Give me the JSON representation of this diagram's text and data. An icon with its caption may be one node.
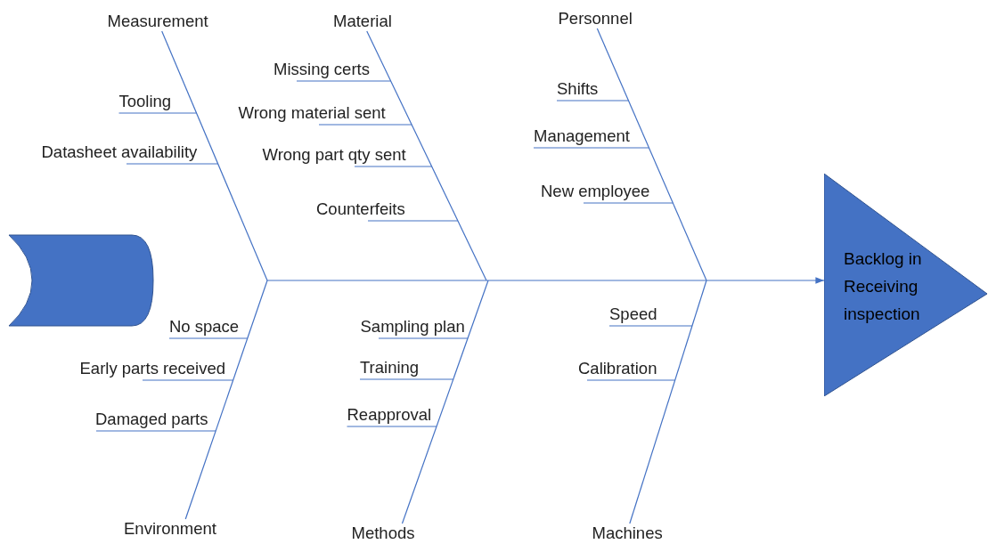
{
  "diagram": {
    "nodes": [
      {
        "text": [
          "Measurement"
        ]
      },
      {
        "text": [
          "Tooling"
        ]
      },
      {
        "text": [
          "Datasheet availability"
        ]
      },
      {
        "text": [
          "Material"
        ]
      },
      {
        "text": [
          "Missing certs"
        ]
      },
      {
        "text": [
          "Wrong material sent"
        ]
      },
      {
        "text": [
          "Wrong part qty sent"
        ]
      },
      {
        "text": [
          "Counterfeits"
        ]
      },
      {
        "text": [
          "Personnel"
        ]
      },
      {
        "text": [
          "Shifts"
        ]
      },
      {
        "text": [
          "Management"
        ]
      },
      {
        "text": [
          "New employee"
        ]
      },
      {
        "text": [
          "Backlog in Receiving inspection"
        ]
      },
      {
        "text": [
          "No space"
        ]
      },
      {
        "text": [
          "Early parts received"
        ]
      },
      {
        "text": [
          "Damaged parts"
        ]
      },
      {
        "text": [
          "Sampling plan"
        ]
      },
      {
        "text": [
          "Training"
        ]
      },
      {
        "text": [
          "Reapproval"
        ]
      },
      {
        "text": [
          "Speed"
        ]
      },
      {
        "text": [
          "Calibration"
        ]
      },
      {
        "text": [
          "Environment"
        ]
      },
      {
        "text": [
          "Methods"
        ]
      },
      {
        "text": [
          "Machines"
        ]
      }
    ],
    "edges": [
      {
        "from": null,
        "to": 12,
        "arrow": "to"
      },
      {
        "from": 0,
        "to": null,
        "arrow": "none"
      },
      {
        "from": 3,
        "to": null,
        "arrow": "none"
      },
      {
        "from": 8,
        "to": null,
        "arrow": "none"
      },
      {
        "from": 21,
        "to": null,
        "arrow": "none"
      },
      {
        "from": 22,
        "to": null,
        "arrow": "none"
      },
      {
        "from": 23,
        "to": null,
        "arrow": "none"
      },
      {
        "from": 1,
        "to": null,
        "arrow": "none"
      },
      {
        "from": 2,
        "to": null,
        "arrow": "none"
      },
      {
        "from": 4,
        "to": null,
        "arrow": "none"
      },
      {
        "from": 5,
        "to": null,
        "arrow": "none"
      },
      {
        "from": 6,
        "to": null,
        "arrow": "none"
      },
      {
        "from": 7,
        "to": null,
        "arrow": "none"
      },
      {
        "from": 9,
        "to": null,
        "arrow": "none"
      },
      {
        "from": 10,
        "to": null,
        "arrow": "none"
      },
      {
        "from": 11,
        "to": null,
        "arrow": "none"
      },
      {
        "from": 13,
        "to": null,
        "arrow": "none"
      },
      {
        "from": 14,
        "to": null,
        "arrow": "none"
      },
      {
        "from": 15,
        "to": null,
        "arrow": "none"
      },
      {
        "from": 16,
        "to": null,
        "arrow": "none"
      },
      {
        "from": 17,
        "to": null,
        "arrow": "none"
      },
      {
        "from": 18,
        "to": null,
        "arrow": "none"
      },
      {
        "from": 19,
        "to": null,
        "arrow": "none"
      },
      {
        "from": 20,
        "to": null,
        "arrow": "none"
      }
    ]
  }
}
